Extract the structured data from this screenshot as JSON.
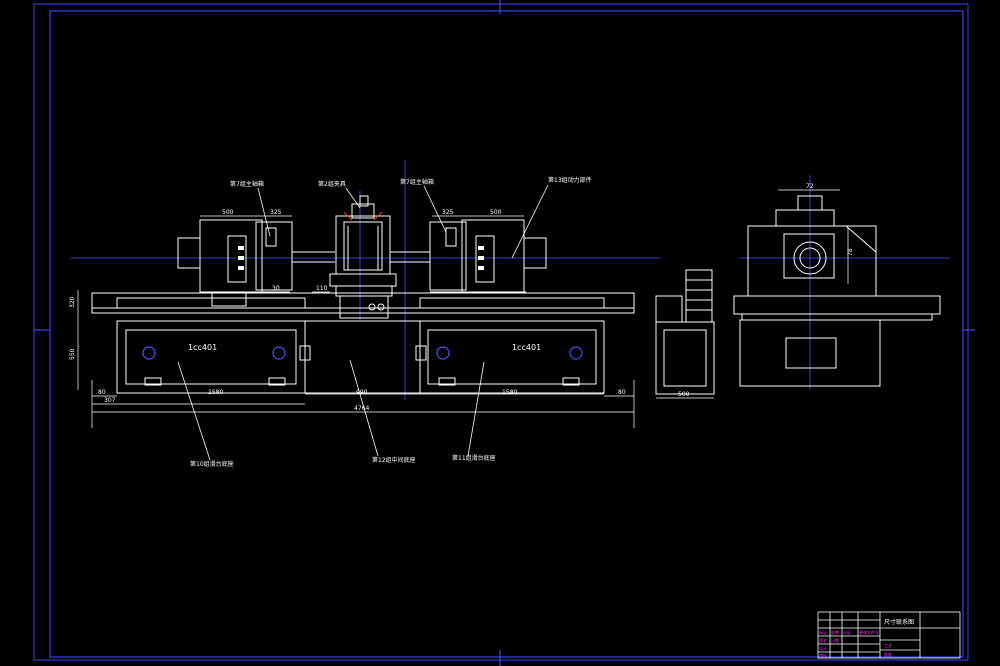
{
  "colors": {
    "background": "#000000",
    "lines": "#ffffff",
    "border": "#3344ff",
    "centerline": "#4455ff",
    "titleblock_text": "#ff33ff"
  },
  "callouts": {
    "left_head": "第7组主轴箱",
    "center_fixture": "第2组夹具",
    "right_head": "第7组主轴箱",
    "right_motor": "第13组动力部件",
    "left_base": "第10组滑台底座",
    "center_base": "第12组中间底座",
    "right_base": "第11组滑台底座"
  },
  "slide_labels": {
    "left": "1cc401",
    "right": "1cc401"
  },
  "dimensions": {
    "d500_left": "500",
    "d325_left": "325",
    "d325_right": "325",
    "d500_right": "500",
    "d30": "30",
    "d110": "110",
    "d320": "320",
    "d550": "550",
    "d80_left": "80",
    "d307": "307",
    "d1580_left": "1580",
    "d990": "990",
    "d1580_right": "1580",
    "d80_right": "80",
    "d4764": "4764",
    "d500_side": "500",
    "d72": "72",
    "d78": "78"
  },
  "title_block": {
    "drawing_title": "尺寸联系图",
    "row_labels": [
      "标记",
      "处数",
      "分区",
      "更改文件号",
      "签名",
      "日期"
    ],
    "small_labels": [
      "设计",
      "审核",
      "工艺",
      "批准"
    ]
  }
}
